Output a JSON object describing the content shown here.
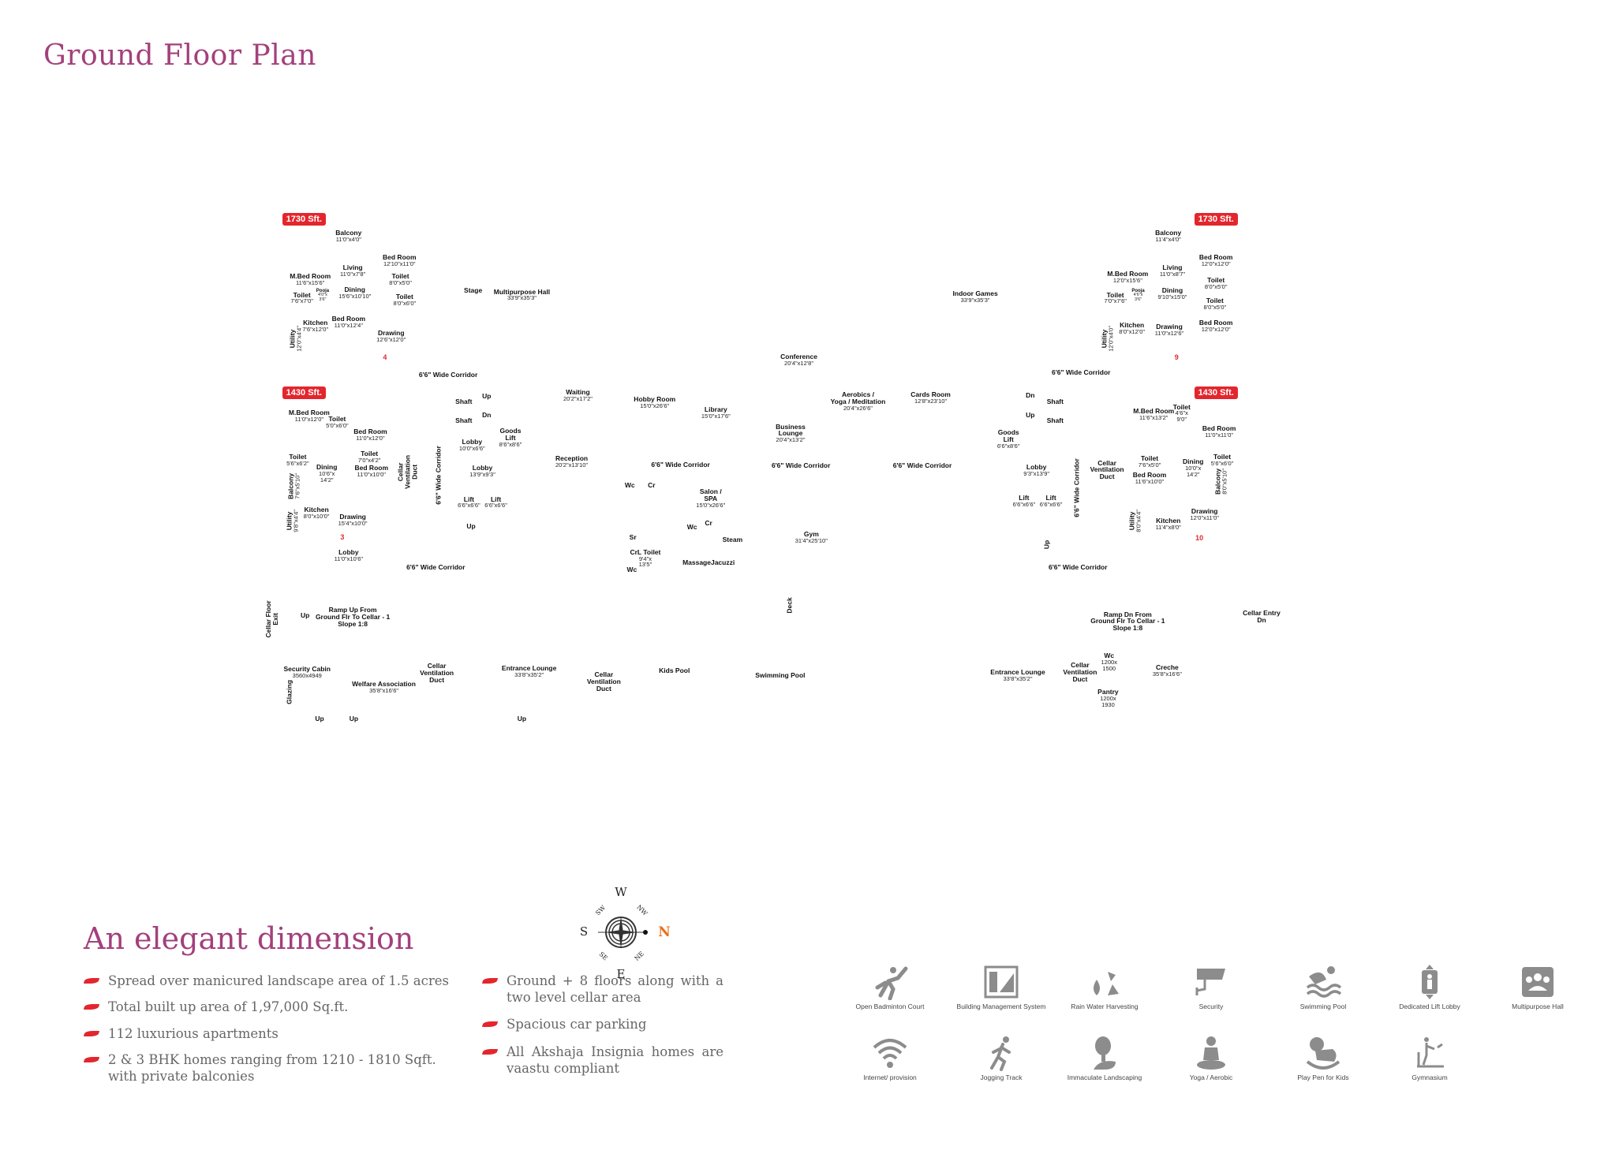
{
  "title": "Ground Floor Plan",
  "plan": {
    "badges": [
      "1730 Sft.",
      "1730 Sft.",
      "1430 Sft.",
      "1430 Sft."
    ],
    "unit_numbers": [
      "4",
      "3",
      "9",
      "10"
    ],
    "labels": [
      {
        "name": "Balcony",
        "dims": "11'0\"x4'0\""
      },
      {
        "name": "Bed Room",
        "dims": "12'10\"x11'0\""
      },
      {
        "name": "Living",
        "dims": "11'0\"x7'8\""
      },
      {
        "name": "M.Bed Room",
        "dims": "11'6\"x15'6\""
      },
      {
        "name": "Toilet",
        "dims": "8'0\"x5'0\""
      },
      {
        "name": "Pooja",
        "dims": "4'0\"x\n3'6\""
      },
      {
        "name": "Dining",
        "dims": "15'6\"x10'10\""
      },
      {
        "name": "Toilet",
        "dims": "7'6\"x7'0\""
      },
      {
        "name": "Toilet",
        "dims": "8'0\"x6'0\""
      },
      {
        "name": "Bed Room",
        "dims": "11'0\"x12'4\""
      },
      {
        "name": "Kitchen",
        "dims": "7'6\"x12'0\""
      },
      {
        "name": "Utility",
        "dims": "12'0\"x4'4\""
      },
      {
        "name": "Drawing",
        "dims": "12'6\"x12'0\""
      },
      {
        "name": "Stage",
        "dims": ""
      },
      {
        "name": "Multipurpose Hall",
        "dims": "33'9\"x35'3\""
      },
      {
        "name": "6'6\" Wide Corridor",
        "dims": ""
      },
      {
        "name": "M.Bed Room",
        "dims": "11'0\"x12'0\""
      },
      {
        "name": "Toilet",
        "dims": "5'0\"x6'0\""
      },
      {
        "name": "Bed Room",
        "dims": "11'0\"x12'0\""
      },
      {
        "name": "Toilet",
        "dims": "7'0\"x4'2\""
      },
      {
        "name": "Toilet",
        "dims": "5'6\"x6'2\""
      },
      {
        "name": "Dining",
        "dims": "10'6\"x\n14'2\""
      },
      {
        "name": "Bed Room",
        "dims": "11'0\"x10'0\""
      },
      {
        "name": "Balcony",
        "dims": "7'6\"x5'10\""
      },
      {
        "name": "Kitchen",
        "dims": "8'0\"x10'0\""
      },
      {
        "name": "Utility",
        "dims": "9'8\"x4'4\""
      },
      {
        "name": "Drawing",
        "dims": "15'4\"x10'0\""
      },
      {
        "name": "Lobby",
        "dims": "11'0\"x10'6\""
      },
      {
        "name": "Cellar\nVentilation\nDuct",
        "dims": ""
      },
      {
        "name": "6'6\" Wide Corridor",
        "dims": ""
      },
      {
        "name": "Shaft",
        "dims": ""
      },
      {
        "name": "Up",
        "dims": ""
      },
      {
        "name": "Shaft",
        "dims": ""
      },
      {
        "name": "Dn",
        "dims": ""
      },
      {
        "name": "Lobby",
        "dims": "10'0\"x6'6\""
      },
      {
        "name": "Goods\nLift",
        "dims": "8'6\"x8'6\""
      },
      {
        "name": "Lobby",
        "dims": "13'9\"x9'3\""
      },
      {
        "name": "Lift",
        "dims": "6'6\"x6'6\""
      },
      {
        "name": "Lift",
        "dims": "6'6\"x6'6\""
      },
      {
        "name": "Up",
        "dims": ""
      },
      {
        "name": "6'6\" Wide Corridor",
        "dims": ""
      },
      {
        "name": "Waiting",
        "dims": "20'2\"x17'2\""
      },
      {
        "name": "Reception",
        "dims": "20'2\"x13'10\""
      },
      {
        "name": "Conference",
        "dims": "20'4\"x12'8\""
      },
      {
        "name": "Hobby Room",
        "dims": "15'0\"x26'6\""
      },
      {
        "name": "Library",
        "dims": "15'0\"x17'6\""
      },
      {
        "name": "Business\nLounge",
        "dims": "20'4\"x13'2\""
      },
      {
        "name": "Aerobics /\nYoga / Meditation",
        "dims": "20'4\"x26'6\""
      },
      {
        "name": "Cards Room",
        "dims": "12'8\"x23'10\""
      },
      {
        "name": "Indoor Games",
        "dims": "33'9\"x35'3\""
      },
      {
        "name": "6'6\" Wide Corridor",
        "dims": ""
      },
      {
        "name": "6'6\" Wide Corridor",
        "dims": ""
      },
      {
        "name": "6'6\" Wide Corridor",
        "dims": ""
      },
      {
        "name": "Wc",
        "dims": ""
      },
      {
        "name": "Cr",
        "dims": ""
      },
      {
        "name": "Salon /\nSPA",
        "dims": "15'0\"x26'6\""
      },
      {
        "name": "Wc",
        "dims": ""
      },
      {
        "name": "Cr",
        "dims": ""
      },
      {
        "name": "Sr",
        "dims": ""
      },
      {
        "name": "Steam",
        "dims": ""
      },
      {
        "name": "Gym",
        "dims": "31'4\"x25'10\""
      },
      {
        "name": "CrL Toilet",
        "dims": "9'4\"x\n13'5\""
      },
      {
        "name": "Wc",
        "dims": ""
      },
      {
        "name": "MassageJacuzzi",
        "dims": ""
      },
      {
        "name": "Deck",
        "dims": ""
      },
      {
        "name": "Balcony",
        "dims": "11'4\"x4'0\""
      },
      {
        "name": "Bed Room",
        "dims": "12'0\"x12'0\""
      },
      {
        "name": "Living",
        "dims": "11'0\"x8'7\""
      },
      {
        "name": "M.Bed Room",
        "dims": "12'0\"x15'6\""
      },
      {
        "name": "Toilet",
        "dims": "8'0\"x5'0\""
      },
      {
        "name": "Pooja",
        "dims": "4'6\"x\n3'6\""
      },
      {
        "name": "Dining",
        "dims": "9'10\"x15'0\""
      },
      {
        "name": "Toilet",
        "dims": "7'0\"x7'6\""
      },
      {
        "name": "Toilet",
        "dims": "8'0\"x5'0\""
      },
      {
        "name": "Bed Room",
        "dims": "12'0\"x12'0\""
      },
      {
        "name": "Kitchen",
        "dims": "8'0\"x12'0\""
      },
      {
        "name": "Drawing",
        "dims": "11'0\"x12'6\""
      },
      {
        "name": "Utility",
        "dims": "12'0\"x4'0\""
      },
      {
        "name": "6'6\" Wide Corridor",
        "dims": ""
      },
      {
        "name": "Dn",
        "dims": ""
      },
      {
        "name": "Shaft",
        "dims": ""
      },
      {
        "name": "Up",
        "dims": ""
      },
      {
        "name": "Shaft",
        "dims": ""
      },
      {
        "name": "Goods\nLift",
        "dims": "6'6\"x8'6\""
      },
      {
        "name": "M.Bed Room",
        "dims": "11'6\"x13'2\""
      },
      {
        "name": "Toilet",
        "dims": "4'6\"x\n9'0\""
      },
      {
        "name": "Bed Room",
        "dims": "11'0\"x11'0\""
      },
      {
        "name": "Lobby",
        "dims": "9'3\"x13'9\""
      },
      {
        "name": "Cellar\nVentilation\nDuct",
        "dims": ""
      },
      {
        "name": "6'6\" Wide Corridor",
        "dims": ""
      },
      {
        "name": "Toilet",
        "dims": "7'6\"x5'0\""
      },
      {
        "name": "Bed Room",
        "dims": "11'6\"x10'0\""
      },
      {
        "name": "Dining",
        "dims": "10'0\"x\n14'2\""
      },
      {
        "name": "Toilet",
        "dims": "5'6\"x6'0\""
      },
      {
        "name": "Balcony",
        "dims": "8'0\"x5'10\""
      },
      {
        "name": "Lift",
        "dims": "6'6\"x6'6\""
      },
      {
        "name": "Lift",
        "dims": "6'6\"x6'6\""
      },
      {
        "name": "Drawing",
        "dims": "12'0\"x11'0\""
      },
      {
        "name": "Utility",
        "dims": "8'0\"x4'4\""
      },
      {
        "name": "Kitchen",
        "dims": "11'4\"x8'0\""
      },
      {
        "name": "Up",
        "dims": ""
      },
      {
        "name": "6'6\" Wide Corridor",
        "dims": ""
      },
      {
        "name": "Cellar Floor\nExit",
        "dims": ""
      },
      {
        "name": "Up",
        "dims": ""
      },
      {
        "name": "Ramp Up From\nGround Flr To Cellar - 1\nSlope 1:8",
        "dims": ""
      },
      {
        "name": "Security Cabin",
        "dims": "3560x4949"
      },
      {
        "name": "Glazing",
        "dims": ""
      },
      {
        "name": "Welfare Association",
        "dims": "35'8\"x16'6\""
      },
      {
        "name": "Cellar\nVentilation\nDuct",
        "dims": ""
      },
      {
        "name": "Entrance Lounge",
        "dims": "33'8\"x35'2\""
      },
      {
        "name": "Cellar\nVentilation\nDuct",
        "dims": ""
      },
      {
        "name": "Kids Pool",
        "dims": ""
      },
      {
        "name": "Up",
        "dims": ""
      },
      {
        "name": "Up",
        "dims": ""
      },
      {
        "name": "Up",
        "dims": ""
      },
      {
        "name": "Swimming Pool",
        "dims": ""
      },
      {
        "name": "Ramp Dn From\nGround Flr To Cellar - 1\nSlope 1:8",
        "dims": ""
      },
      {
        "name": "Cellar Entry\nDn",
        "dims": ""
      },
      {
        "name": "Entrance Lounge",
        "dims": "33'8\"x35'2\""
      },
      {
        "name": "Cellar\nVentilation\nDuct",
        "dims": ""
      },
      {
        "name": "Wc",
        "dims": "1200x\n1500"
      },
      {
        "name": "Creche",
        "dims": "35'8\"x16'6\""
      },
      {
        "name": "Pantry",
        "dims": "1200x\n1930"
      }
    ]
  },
  "features": {
    "heading": "An elegant dimension",
    "left": [
      "Spread over manicured landscape area of 1.5 acres",
      "Total built up area of 1,97,000 Sq.ft.",
      "112 luxurious apartments",
      "2 & 3 BHK homes ranging from 1210 - 1810 Sqft. with private balconies"
    ],
    "right": [
      "Ground + 8 floors along with a two level cellar area",
      "Spacious car parking",
      "All Akshaja Insignia homes are vaastu compliant"
    ]
  },
  "compass": {
    "w": "W",
    "e": "E",
    "s": "S",
    "n": "N",
    "nw": "NW",
    "sw": "SW",
    "ne": "NE",
    "se": "SE",
    "n_color": "#e8721c"
  },
  "amenities": [
    {
      "label": "Open Badminton Court",
      "icon": "badminton-icon"
    },
    {
      "label": "Building Management System",
      "icon": "bms-icon"
    },
    {
      "label": "Rain Water Harvesting",
      "icon": "rain-water-icon"
    },
    {
      "label": "Security",
      "icon": "cctv-icon"
    },
    {
      "label": "Swimming Pool",
      "icon": "swimmer-icon"
    },
    {
      "label": "Dedicated Lift Lobby",
      "icon": "lift-icon"
    },
    {
      "label": "Multipurpose Hall",
      "icon": "group-icon"
    },
    {
      "label": "Internet/ provision",
      "icon": "wifi-icon"
    },
    {
      "label": "Jogging Track",
      "icon": "runner-icon"
    },
    {
      "label": "Immaculate Landscaping",
      "icon": "tree-icon"
    },
    {
      "label": "Yoga / Aerobic",
      "icon": "yoga-icon"
    },
    {
      "label": "Play Pen for Kids",
      "icon": "rocking-horse-icon"
    },
    {
      "label": "Gymnasium",
      "icon": "treadmill-icon"
    }
  ],
  "colors": {
    "brand": "#a3407c",
    "badge": "#e3262d",
    "icon": "#8c8c8c"
  }
}
